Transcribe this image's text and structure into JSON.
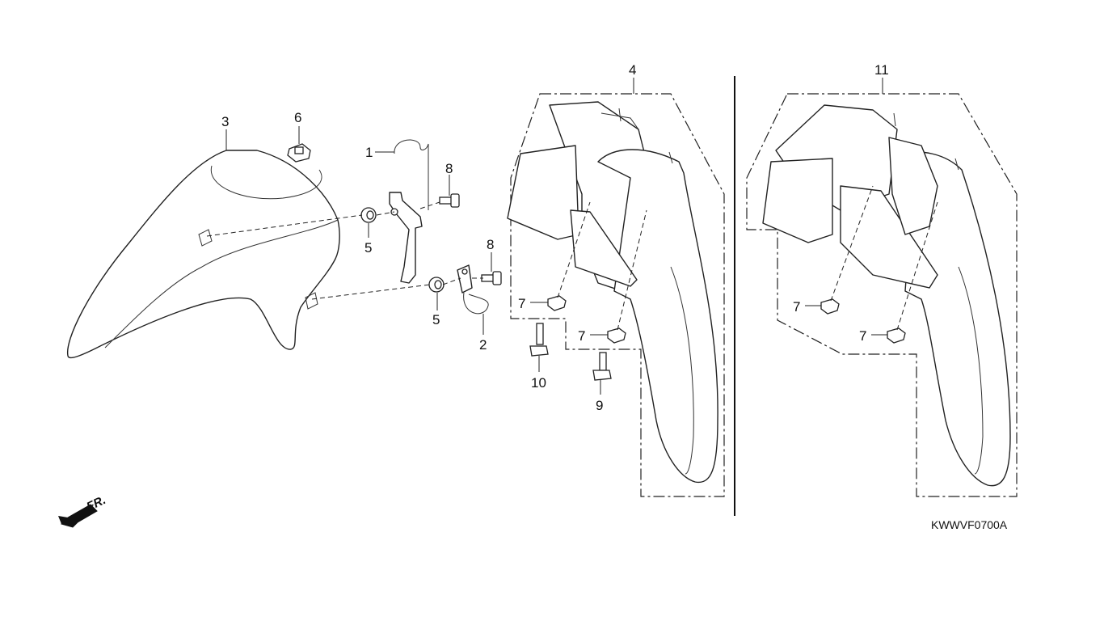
{
  "diagram": {
    "code": "KWWVF0700A",
    "direction_label": "FR.",
    "callouts": [
      {
        "id": "1",
        "text": "1"
      },
      {
        "id": "2",
        "text": "2"
      },
      {
        "id": "3",
        "text": "3"
      },
      {
        "id": "4",
        "text": "4"
      },
      {
        "id": "5a",
        "text": "5"
      },
      {
        "id": "5b",
        "text": "5"
      },
      {
        "id": "6",
        "text": "6"
      },
      {
        "id": "7a",
        "text": "7"
      },
      {
        "id": "7b",
        "text": "7"
      },
      {
        "id": "7c",
        "text": "7"
      },
      {
        "id": "7d",
        "text": "7"
      },
      {
        "id": "8a",
        "text": "8"
      },
      {
        "id": "8b",
        "text": "8"
      },
      {
        "id": "9",
        "text": "9"
      },
      {
        "id": "10",
        "text": "10"
      },
      {
        "id": "11",
        "text": "11"
      }
    ],
    "icons": [
      "front-direction-arrow-icon"
    ]
  }
}
